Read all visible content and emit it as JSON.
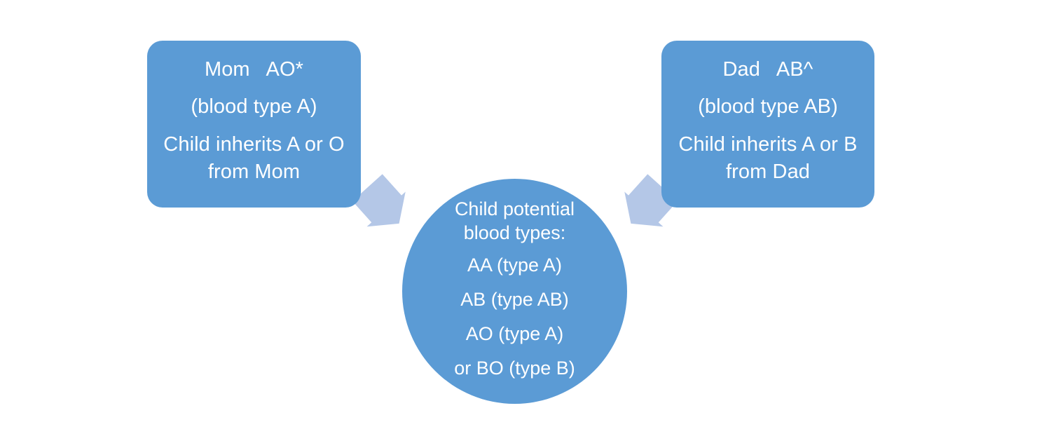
{
  "diagram": {
    "type": "inheritance-punnett-flow",
    "background_color": "#FFFFFF",
    "colors": {
      "node_fill": "#5B9BD5",
      "node_text": "#FFFFFF",
      "arrow_fill": "#B4C7E7"
    },
    "parents": [
      {
        "id": "mom",
        "heading": "Mom   AO*",
        "subtitle": "(blood type A)",
        "note": "Child inherits A or O from Mom"
      },
      {
        "id": "dad",
        "heading": "Dad   AB^",
        "subtitle": "(blood type AB)",
        "note": "Child inherits A or B from Dad"
      }
    ],
    "arrows": [
      {
        "id": "mom-to-child",
        "direction": "down-right",
        "icon": "block-arrow-icon"
      },
      {
        "id": "dad-to-child",
        "direction": "down-left",
        "icon": "block-arrow-icon"
      }
    ],
    "child": {
      "heading": "Child potential blood types:",
      "outcomes": [
        "AA (type A)",
        "AB (type AB)",
        "AO (type A)",
        "or BO (type B)"
      ]
    }
  }
}
